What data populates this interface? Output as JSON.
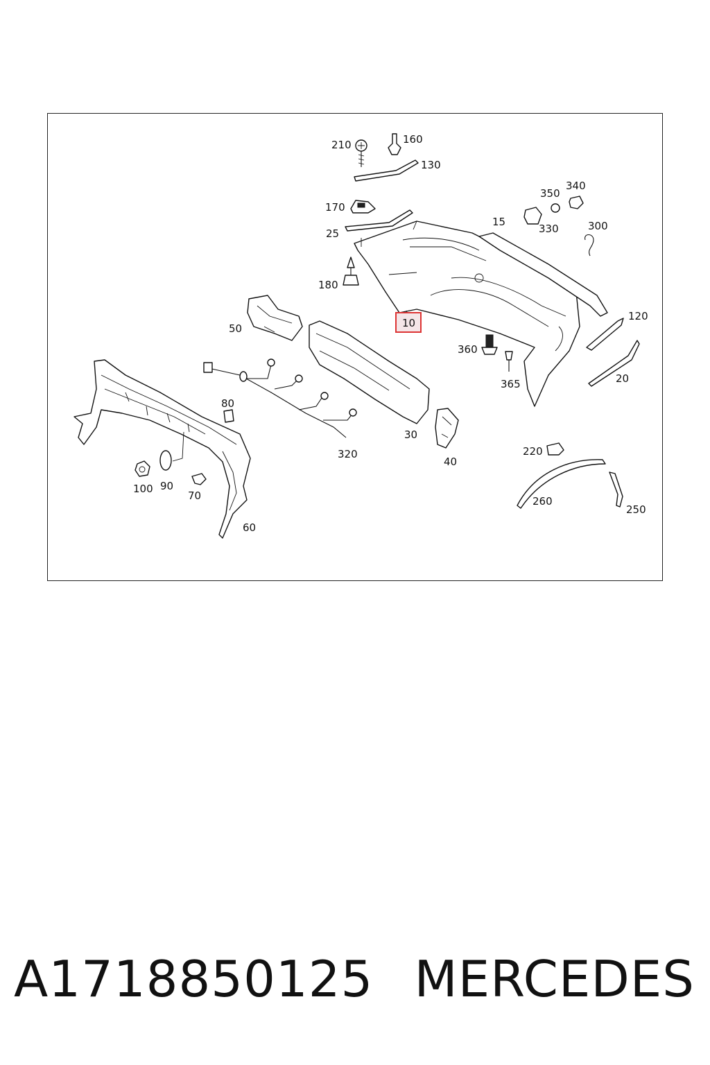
{
  "diagram": {
    "callouts": {
      "c210": "210",
      "c160": "160",
      "c130": "130",
      "c170": "170",
      "c25": "25",
      "c350": "350",
      "c340": "340",
      "c15": "15",
      "c330": "330",
      "c300": "300",
      "c180": "180",
      "c10": "10",
      "c50": "50",
      "c120": "120",
      "c360": "360",
      "c365": "365",
      "c20": "20",
      "c80": "80",
      "c30": "30",
      "c320": "320",
      "c40": "40",
      "c220": "220",
      "c100": "100",
      "c90": "90",
      "c70": "70",
      "c260": "260",
      "c250": "250",
      "c60": "60"
    },
    "highlighted_callout": "10",
    "highlight_color": "#dd3333"
  },
  "footer": {
    "part_number": "A1718850125",
    "brand": "MERCEDES"
  }
}
